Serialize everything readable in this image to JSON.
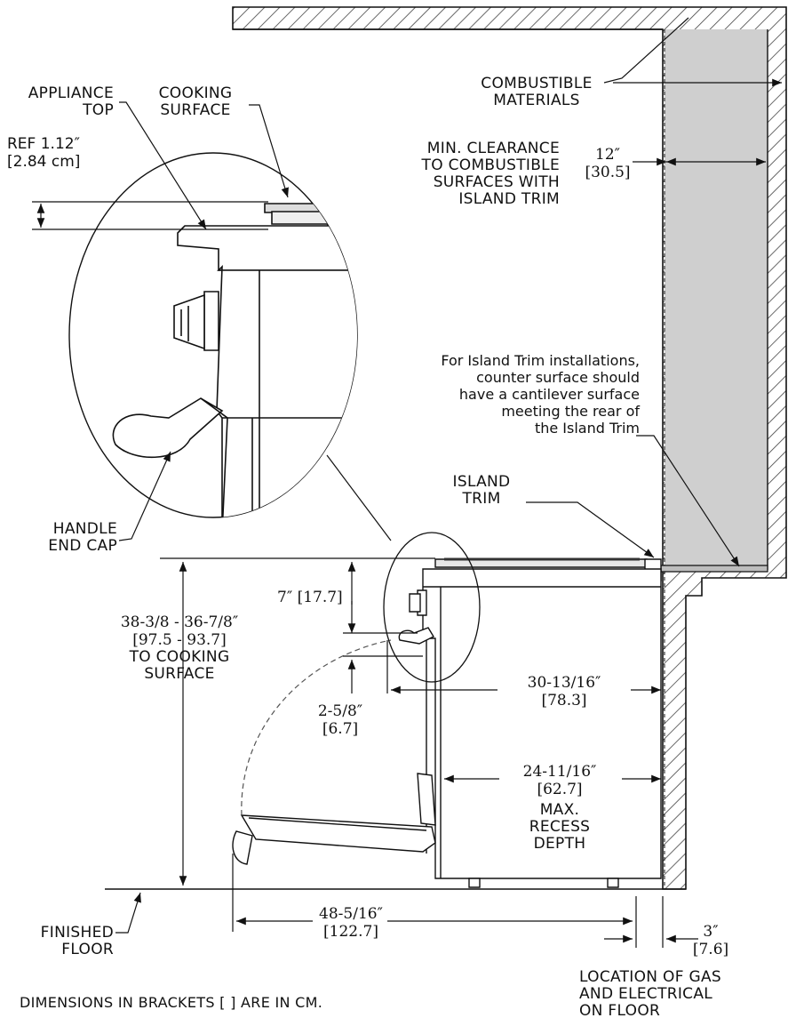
{
  "labels": {
    "appliance_top_1": "APPLIANCE",
    "appliance_top_2": "TOP",
    "cooking_surface_1": "COOKING",
    "cooking_surface_2": "SURFACE",
    "ref_1": "REF 1.12″",
    "ref_2": "[2.84 cm]",
    "combustible_1": "COMBUSTIBLE",
    "combustible_2": "MATERIALS",
    "clearance_1": "MIN. CLEARANCE",
    "clearance_2": "TO COMBUSTIBLE",
    "clearance_3": "SURFACES WITH",
    "clearance_4": "ISLAND TRIM",
    "clear_dim_1": "12″",
    "clear_dim_2": "[30.5]",
    "note_1": "For Island Trim installations,",
    "note_2": "counter surface should",
    "note_3": "have a cantilever surface",
    "note_4": "meeting the rear of",
    "note_5": "the Island Trim",
    "island_trim_1": "ISLAND",
    "island_trim_2": "TRIM",
    "handle_1": "HANDLE",
    "handle_2": "END CAP",
    "height_1": "38-3/8 - 36-7/8″",
    "height_2": "[97.5 - 93.7]",
    "height_3": "TO COOKING",
    "height_4": "SURFACE",
    "seven": "7″ [17.7]",
    "two_five_1": "2-5/8″",
    "two_five_2": "[6.7]",
    "depth_1": "30-13/16″",
    "depth_2": "[78.3]",
    "recess_1": "24-11/16″",
    "recess_2": "[62.7]",
    "recess_3": "MAX.",
    "recess_4": "RECESS",
    "recess_5": "DEPTH",
    "door_1": "48-5/16″",
    "door_2": "[122.7]",
    "three_1": "3″",
    "three_2": "[7.6]",
    "floor_1": "FINISHED",
    "floor_2": "FLOOR",
    "gas_1": "LOCATION OF GAS",
    "gas_2": "AND ELECTRICAL",
    "gas_3": "ON FLOOR",
    "footer": "DIMENSIONS IN BRACKETS  [  ] ARE IN CM."
  }
}
